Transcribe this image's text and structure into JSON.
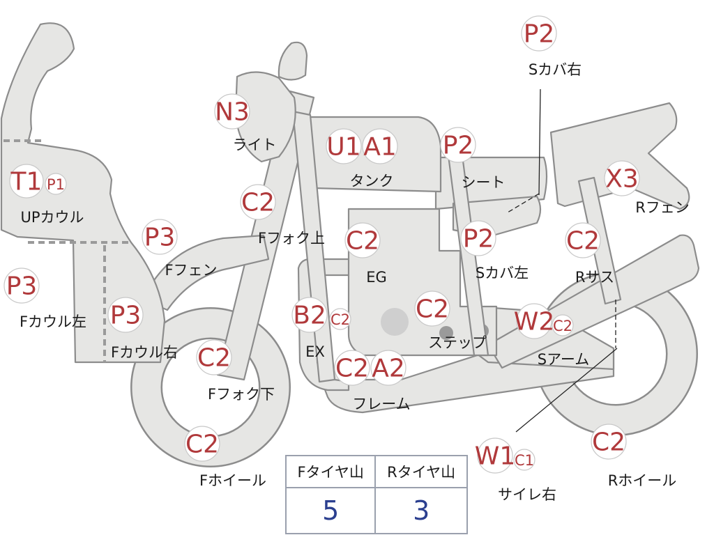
{
  "parts": [
    {
      "id": "s-cover-right",
      "codes": [
        {
          "text": "P2",
          "color": "#b0393b"
        }
      ],
      "label": "Sカバ右"
    },
    {
      "id": "light",
      "codes": [
        {
          "text": "N3",
          "color": "#b0393b"
        }
      ],
      "label": "ライト"
    },
    {
      "id": "tank",
      "codes": [
        {
          "text": "U1",
          "color": "#b0393b"
        },
        {
          "text": "A1",
          "color": "#b0393b"
        }
      ],
      "label": "タンク"
    },
    {
      "id": "seat",
      "codes": [
        {
          "text": "P2",
          "color": "#b0393b"
        }
      ],
      "label": "シート"
    },
    {
      "id": "up-cowl",
      "codes": [
        {
          "text": "T1",
          "color": "#b0393b"
        },
        {
          "text": "P1",
          "color": "#b0393b"
        }
      ],
      "label": "UPカウル"
    },
    {
      "id": "f-fork-upper",
      "codes": [
        {
          "text": "C2",
          "color": "#b0393b"
        }
      ],
      "label": "Fフォク上"
    },
    {
      "id": "r-fender",
      "codes": [
        {
          "text": "X3",
          "color": "#b0393b"
        }
      ],
      "label": "Rフェン"
    },
    {
      "id": "f-fender",
      "codes": [
        {
          "text": "P3",
          "color": "#b0393b"
        }
      ],
      "label": "Fフェン"
    },
    {
      "id": "engine",
      "codes": [
        {
          "text": "C2",
          "color": "#b0393b"
        }
      ],
      "label": "EG"
    },
    {
      "id": "s-cover-left",
      "codes": [
        {
          "text": "P2",
          "color": "#b0393b"
        }
      ],
      "label": "Sカバ左"
    },
    {
      "id": "r-suspension",
      "codes": [
        {
          "text": "C2",
          "color": "#b0393b"
        }
      ],
      "label": "Rサス"
    },
    {
      "id": "f-cowl-left",
      "codes": [
        {
          "text": "P3",
          "color": "#b0393b"
        }
      ],
      "label": "Fカウル左"
    },
    {
      "id": "f-cowl-right",
      "codes": [
        {
          "text": "P3",
          "color": "#b0393b"
        }
      ],
      "label": "Fカウル右"
    },
    {
      "id": "exhaust",
      "codes": [
        {
          "text": "B2",
          "color": "#b0393b"
        },
        {
          "text": "C2",
          "color": "#b0393b"
        }
      ],
      "label": "EX"
    },
    {
      "id": "step",
      "codes": [
        {
          "text": "C2",
          "color": "#b0393b"
        }
      ],
      "label": "ステップ"
    },
    {
      "id": "s-arm",
      "codes": [
        {
          "text": "W2",
          "color": "#b0393b"
        },
        {
          "text": "C2",
          "color": "#b0393b"
        }
      ],
      "label": "Sアーム"
    },
    {
      "id": "f-fork-lower",
      "codes": [
        {
          "text": "C2",
          "color": "#b0393b"
        }
      ],
      "label": "Fフォク下"
    },
    {
      "id": "frame",
      "codes": [
        {
          "text": "C2",
          "color": "#b0393b"
        },
        {
          "text": "A2",
          "color": "#b0393b"
        }
      ],
      "label": "フレーム"
    },
    {
      "id": "f-wheel",
      "codes": [
        {
          "text": "C2",
          "color": "#b0393b"
        }
      ],
      "label": "Fホイール"
    },
    {
      "id": "silencer-right",
      "codes": [
        {
          "text": "W1",
          "color": "#b0393b"
        },
        {
          "text": "C1",
          "color": "#b0393b"
        }
      ],
      "label": "サイレ右"
    },
    {
      "id": "r-wheel",
      "codes": [
        {
          "text": "C2",
          "color": "#b0393b"
        }
      ],
      "label": "Rホイール"
    }
  ],
  "tire_table": {
    "front_header": "Fタイヤ山",
    "rear_header": "Rタイヤ山",
    "front_value": "5",
    "rear_value": "3"
  },
  "colors": {
    "code_text": "#b0393b",
    "value_text": "#2b3f8f",
    "part_fill": "#e6e6e4",
    "part_outline": "#8c8c8c"
  }
}
